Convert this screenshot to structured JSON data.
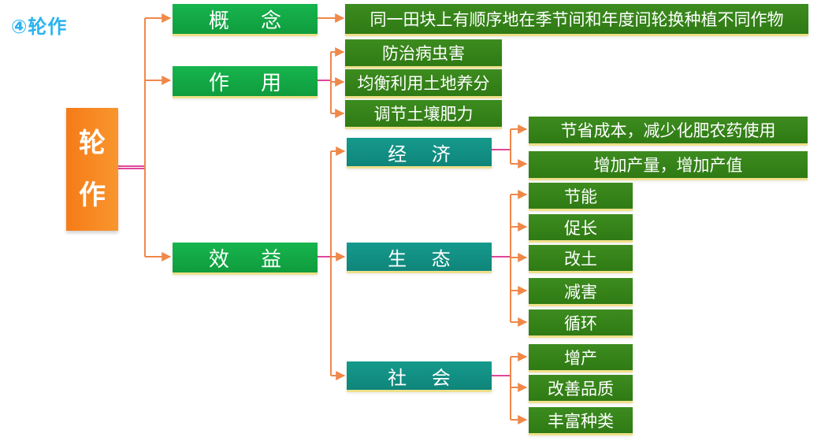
{
  "heading": "④轮作",
  "root": {
    "char1": "轮",
    "char2": "作"
  },
  "concept": {
    "label": "概 念",
    "definition": "同一田块上有顺序地在季节间和年度间轮换种植不同作物"
  },
  "function": {
    "label": "作 用",
    "items": [
      "防治病虫害",
      "均衡利用土地养分",
      "调节土壤肥力"
    ]
  },
  "benefit": {
    "label": "效 益",
    "economic": {
      "label": "经 济",
      "items": [
        "节省成本，减少化肥农药使用",
        "增加产量，增加产值"
      ]
    },
    "ecological": {
      "label": "生 态",
      "items": [
        "节能",
        "促长",
        "改土",
        "减害",
        "循环"
      ]
    },
    "social": {
      "label": "社 会",
      "items": [
        "增产",
        "改善品质",
        "丰富种类"
      ]
    }
  },
  "colors": {
    "heading": "#2ab3f0",
    "root": "#f57b18",
    "green": "#17b54e",
    "dark_green": "#3d8c1f",
    "teal": "#159a8c",
    "connector_orange": "#f0884a",
    "connector_pink": "#e0469a"
  }
}
